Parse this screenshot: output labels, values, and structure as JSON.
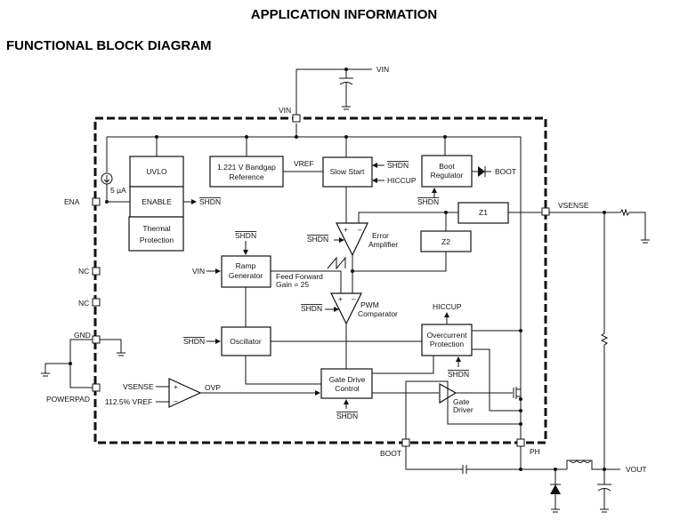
{
  "header": {
    "title": "APPLICATION INFORMATION",
    "subtitle": "FUNCTIONAL BLOCK DIAGRAM"
  },
  "pins": {
    "vin": "VIN",
    "ena": "ENA",
    "nc1": "NC",
    "nc2": "NC",
    "gnd": "GND",
    "powerpad": "POWERPAD",
    "vsense": "VSENSE",
    "boot": "BOOT",
    "ph": "PH"
  },
  "external": {
    "vin": "VIN",
    "vout": "VOUT"
  },
  "blocks": {
    "uvlo": "UVLO",
    "enable": "ENABLE",
    "thermal": [
      "Thermal",
      "Protection"
    ],
    "bandgap": [
      "1.221 V Bandgap",
      "Reference"
    ],
    "slow_start": "Slow Start",
    "boot_regulator": [
      "Boot",
      "Regulator"
    ],
    "z1": "Z1",
    "z2": "Z2",
    "ramp": [
      "Ramp",
      "Generator"
    ],
    "oscillator": "Oscillator",
    "overcurrent": [
      "Overcurrent",
      "Protection"
    ],
    "gate_drive_control": [
      "Gate Drive",
      "Control"
    ]
  },
  "labels": {
    "current_source": "5 µA",
    "shdn": "SHDN",
    "vref": "VREF",
    "hiccup": "HICCUP",
    "boot": "BOOT",
    "error_amp": [
      "Error",
      "Amplifier"
    ],
    "pwm_comp": [
      "PWM",
      "Comparator"
    ],
    "feed_forward": [
      "Feed Forward",
      "Gain = 25"
    ],
    "vin_in": "VIN",
    "gate_driver": [
      "Gate",
      "Driver"
    ],
    "ovp": "OVP",
    "ovp_plus": "VSENSE",
    "ovp_minus": "112.5% VREF",
    "plus": "+",
    "minus": "–"
  }
}
